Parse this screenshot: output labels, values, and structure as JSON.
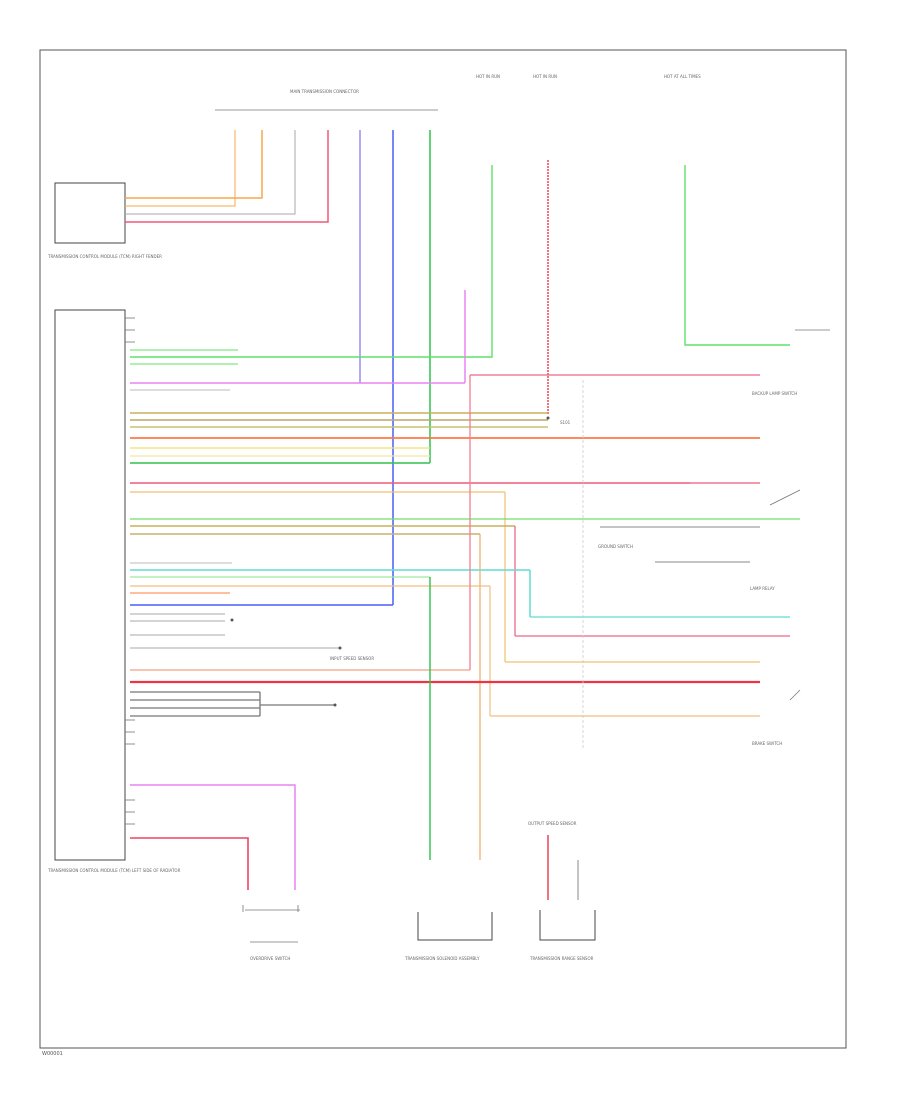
{
  "figure_code": "W00001",
  "components": {
    "main_connector": "MAIN TRANSMISSION CONNECTOR",
    "feed_a": "HOT IN RUN",
    "feed_b": "HOT IN RUN",
    "feed_c": "HOT AT ALL TIMES",
    "ecm_top": "TRANSMISSION CONTROL MODULE (TCM) RIGHT FENDER",
    "ecm_main": "TRANSMISSION CONTROL MODULE (TCM) LEFT SIDE OF RADIATOR",
    "trs_sensor": "TRANSMISSION RANGE SENSOR",
    "brake_switch": "BRAKE SWITCH",
    "backup_lamp": "BACKUP LAMP SWITCH",
    "lamp_relay": "LAMP RELAY",
    "ground_sw": "GROUND SWITCH",
    "input_sensor": "INPUT SPEED SENSOR",
    "output_sensor": "OUTPUT SPEED SENSOR",
    "trans_solenoid": "TRANSMISSION SOLENOID ASSEMBLY",
    "overdrive_sw": "OVERDRIVE SWITCH",
    "splice": "S101"
  }
}
